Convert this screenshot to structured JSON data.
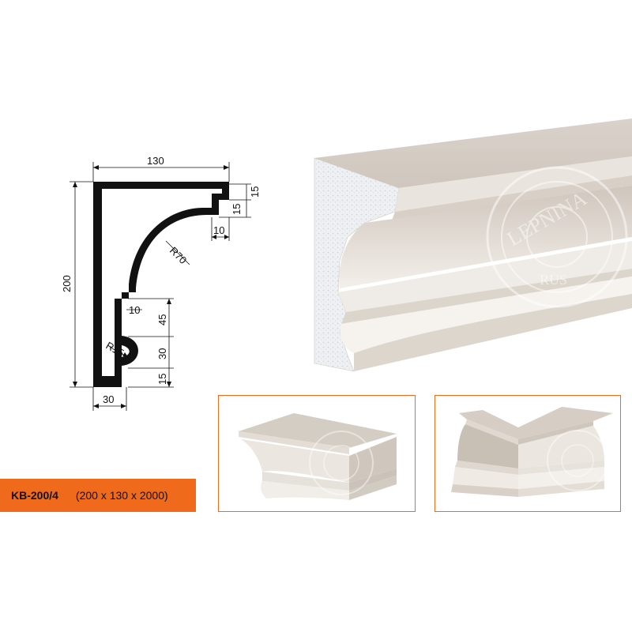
{
  "product": {
    "code": "KB-200/4",
    "dimensions": "(200 x 130 x 2000)"
  },
  "profile_drawing": {
    "width_label": "130",
    "height_label": "200",
    "bottom_width_label": "30",
    "step_top_label": "15",
    "step_second_label": "15",
    "step_depth_label": "10",
    "radius_large_label": "R70",
    "radius_small_label": "R15",
    "inner_step_label": "10",
    "segment_45_label": "45",
    "segment_30_label": "30",
    "segment_15_label": "15"
  },
  "watermark": {
    "text": "LEPNINA",
    "subtext": "RUS"
  },
  "colors": {
    "accent": "#f06a1c",
    "profile_fill": "#111111",
    "molding_face": "#ece7e1",
    "molding_shadow": "#d6cfc6"
  }
}
